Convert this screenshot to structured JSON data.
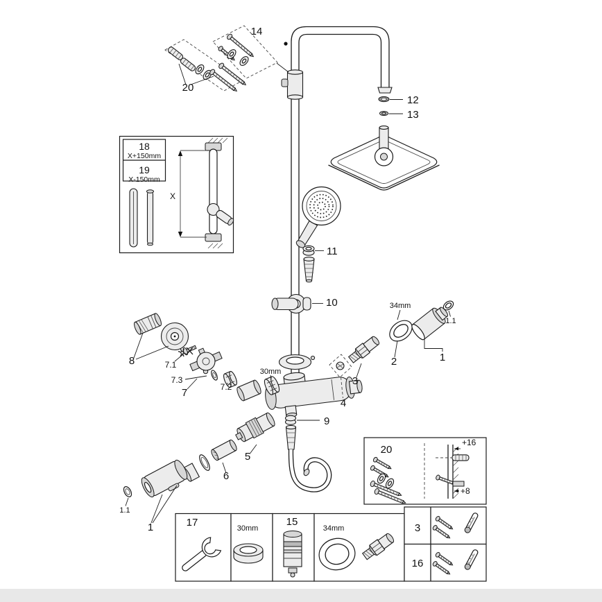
{
  "colors": {
    "line": "#1a1a1a",
    "metal_light": "#ececec",
    "metal_mid": "#d7d7d7",
    "footer_bar": "#e8e8e8"
  },
  "callouts": {
    "n14": "14",
    "n20_top": "20",
    "n12": "12",
    "n13": "13",
    "n18": "18",
    "dim18": "X+150mm",
    "n19": "19",
    "dim19": "X-150mm",
    "dimX": "X",
    "n11": "11",
    "n10": "10",
    "dim34_main": "34mm",
    "n1_1_right": "1.1",
    "n1_right": "1",
    "n2": "2",
    "n3": "3",
    "n4": "4",
    "n8": "8",
    "n7_1": "7.1",
    "n7_3": "7.3",
    "n7": "7",
    "n7_2": "7.2",
    "dim30_main": "30mm",
    "n9": "9",
    "n5": "5",
    "n6": "6",
    "n1_1_left": "1.1",
    "n1_left": "1"
  },
  "legend": {
    "n20": "20",
    "dim_plus16": "+16",
    "dim_plus8": "+8",
    "n17": "17",
    "dim30": "30mm",
    "n15": "15",
    "dim34": "34mm",
    "n3": "3",
    "n16": "16"
  }
}
